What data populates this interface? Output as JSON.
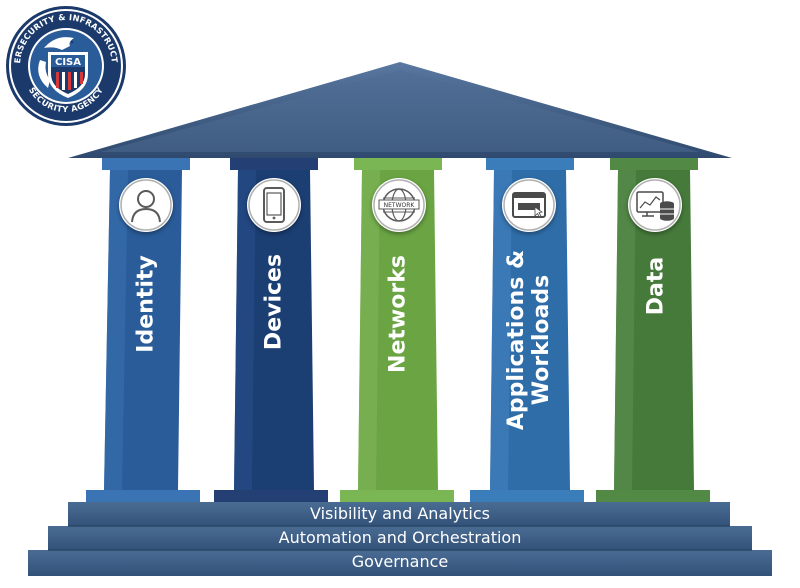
{
  "logo": {
    "ring_text_top": "CYBERSECURITY & INFRASTRUCTURE",
    "ring_text_bottom": "SECURITY AGENCY",
    "shield_text": "CISA",
    "icon": "cisa-seal-icon"
  },
  "pillars": [
    {
      "label": "Identity",
      "icon": "person-icon",
      "color": "#2a5c9a"
    },
    {
      "label": "Devices",
      "icon": "phone-icon",
      "color": "#1b3e73"
    },
    {
      "label": "Networks",
      "icon": "network-globe-icon",
      "color": "#6aa443"
    },
    {
      "label": "Applications & Workloads",
      "label_line1": "Applications &",
      "label_line2": "Workloads",
      "icon": "application-window-icon",
      "color": "#2f6da8"
    },
    {
      "label": "Data",
      "icon": "data-database-icon",
      "color": "#467a3a"
    }
  ],
  "network_icon_text": "NETWORK",
  "foundation": [
    {
      "label": "Visibility and Analytics"
    },
    {
      "label": "Automation and Orchestration"
    },
    {
      "label": "Governance"
    }
  ],
  "colors": {
    "roof": "#3c5a80",
    "steps": "#3f6288",
    "steps_dark": "#34557b"
  }
}
